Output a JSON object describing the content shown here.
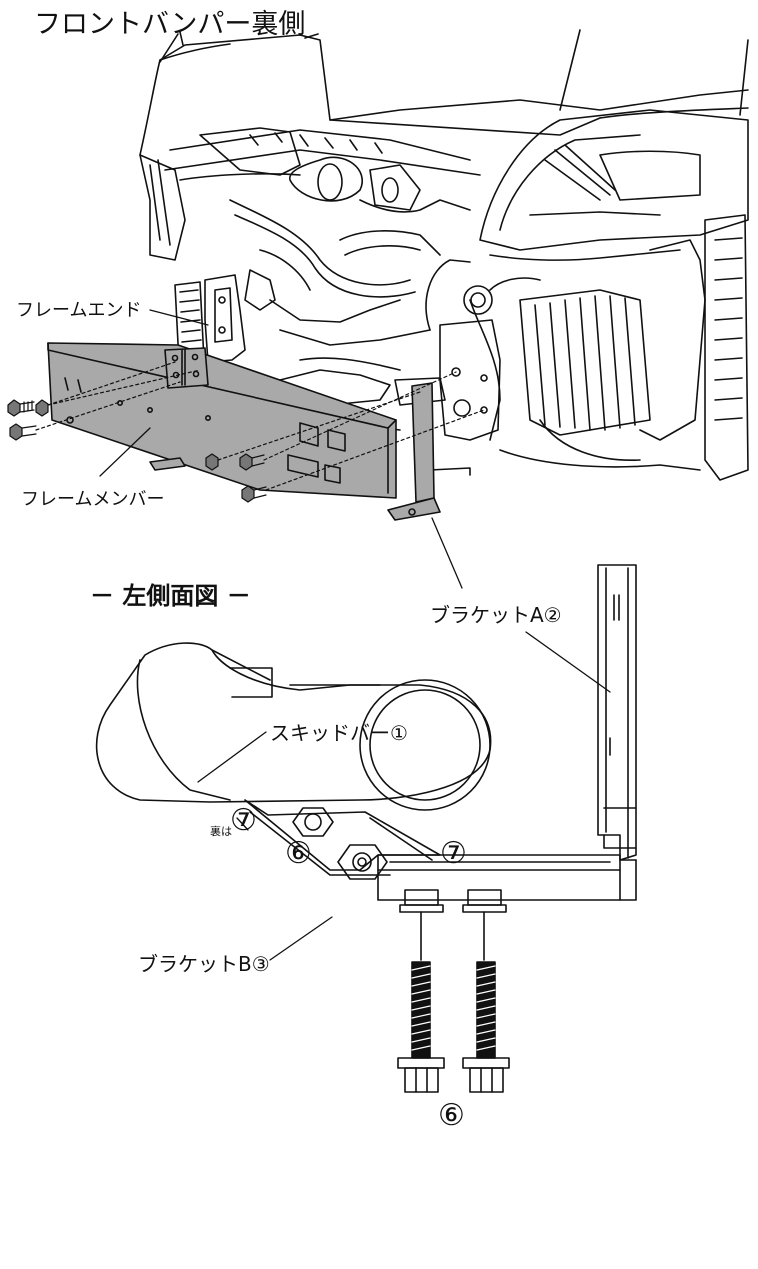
{
  "diagram": {
    "title": "フロントバンパー裏側",
    "side_view_title": "－ 左側面図 －",
    "labels": {
      "frame_end": "フレームエンド",
      "frame_member": "フレームメンバー",
      "bracket_a": "ブラケットA②",
      "skid_bar": "スキッドバー①",
      "bracket_b": "ブラケットB③",
      "back_prefix": "裏は",
      "num_7_a": "⑦",
      "num_7_b": "⑦",
      "num_6_a": "⑥",
      "num_6_b": "⑥"
    },
    "colors": {
      "line": "#111111",
      "part_fill": "#a9a9a9",
      "background": "#ffffff"
    }
  }
}
